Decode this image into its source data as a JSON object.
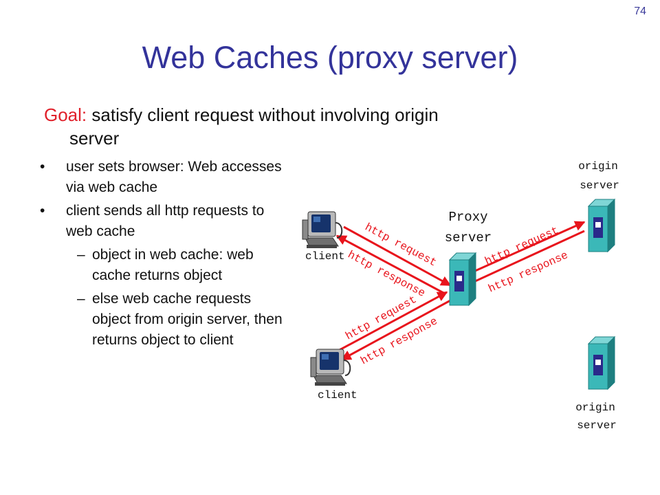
{
  "slide": {
    "page_number": "74",
    "title": "Web Caches (proxy server)",
    "goal_label": "Goal:",
    "goal_text": "satisfy client request without involving origin",
    "goal_text_cont": "server"
  },
  "bullets": [
    {
      "text": "user sets browser: Web accesses via web cache"
    },
    {
      "text": "client sends all http requests to  web cache"
    }
  ],
  "sub_bullets": [
    {
      "text": "object in web cache: web cache returns object"
    },
    {
      "text": "else web cache requests object from origin server, then returns object to client"
    }
  ],
  "diagram": {
    "proxy_label_line1": "Proxy",
    "proxy_label_line2": "server",
    "client_top_label": "client",
    "client_bottom_label": "client",
    "origin_top_label_line1": "origin",
    "origin_top_label_line2": "server",
    "origin_bottom_label_line1": "origin",
    "origin_bottom_label_line2": "server",
    "arrows": {
      "c1_request": "http request",
      "c1_response": "http response",
      "o1_request": "http request",
      "o1_response": "http response",
      "c2_request": "http request",
      "c2_response": "http response"
    },
    "colors": {
      "arrow": "#e8141c",
      "server_body": "#3bb8b8",
      "server_dark": "#1e7f80",
      "server_panel": "#2a2a8a",
      "title": "#33339a"
    }
  }
}
